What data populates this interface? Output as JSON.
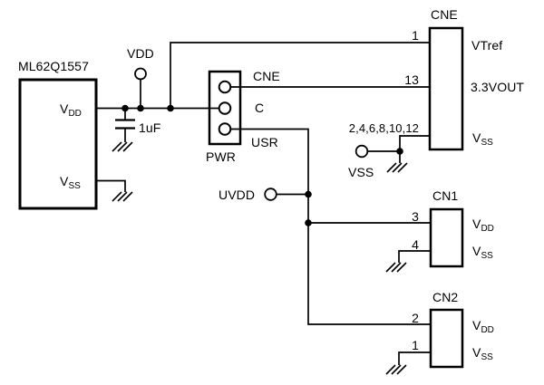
{
  "ic": {
    "title": "ML62Q1557",
    "pin_vdd": {
      "base": "V",
      "sub": "DD"
    },
    "pin_vss": {
      "base": "V",
      "sub": "SS"
    }
  },
  "power_rail": {
    "vdd_terminal_label": "VDD",
    "capacitor_value": "1uF"
  },
  "pwr": {
    "title": "PWR",
    "pin_cne": "CNE",
    "pin_c": "C",
    "pin_usr": "USR"
  },
  "uvdd": {
    "label": "UVDD"
  },
  "vss_terminal": {
    "label": "VSS"
  },
  "cne": {
    "title": "CNE",
    "pin1_number": "1",
    "pin1_label": "VTref",
    "pin13_number": "13",
    "pin13_label": "3.3VOUT",
    "vss_pin_numbers": "2,4,6,8,10,12",
    "vss_label": {
      "base": "V",
      "sub": "SS"
    }
  },
  "cn1": {
    "title": "CN1",
    "pin_top_number": "3",
    "pin_bottom_number": "4",
    "vdd_label": {
      "base": "V",
      "sub": "DD"
    },
    "vss_label": {
      "base": "V",
      "sub": "SS"
    }
  },
  "cn2": {
    "title": "CN2",
    "pin_top_number": "2",
    "pin_bottom_number": "1",
    "vdd_label": {
      "base": "V",
      "sub": "DD"
    },
    "vss_label": {
      "base": "V",
      "sub": "SS"
    }
  },
  "colors": {
    "line": "#000000",
    "background": "#ffffff"
  }
}
